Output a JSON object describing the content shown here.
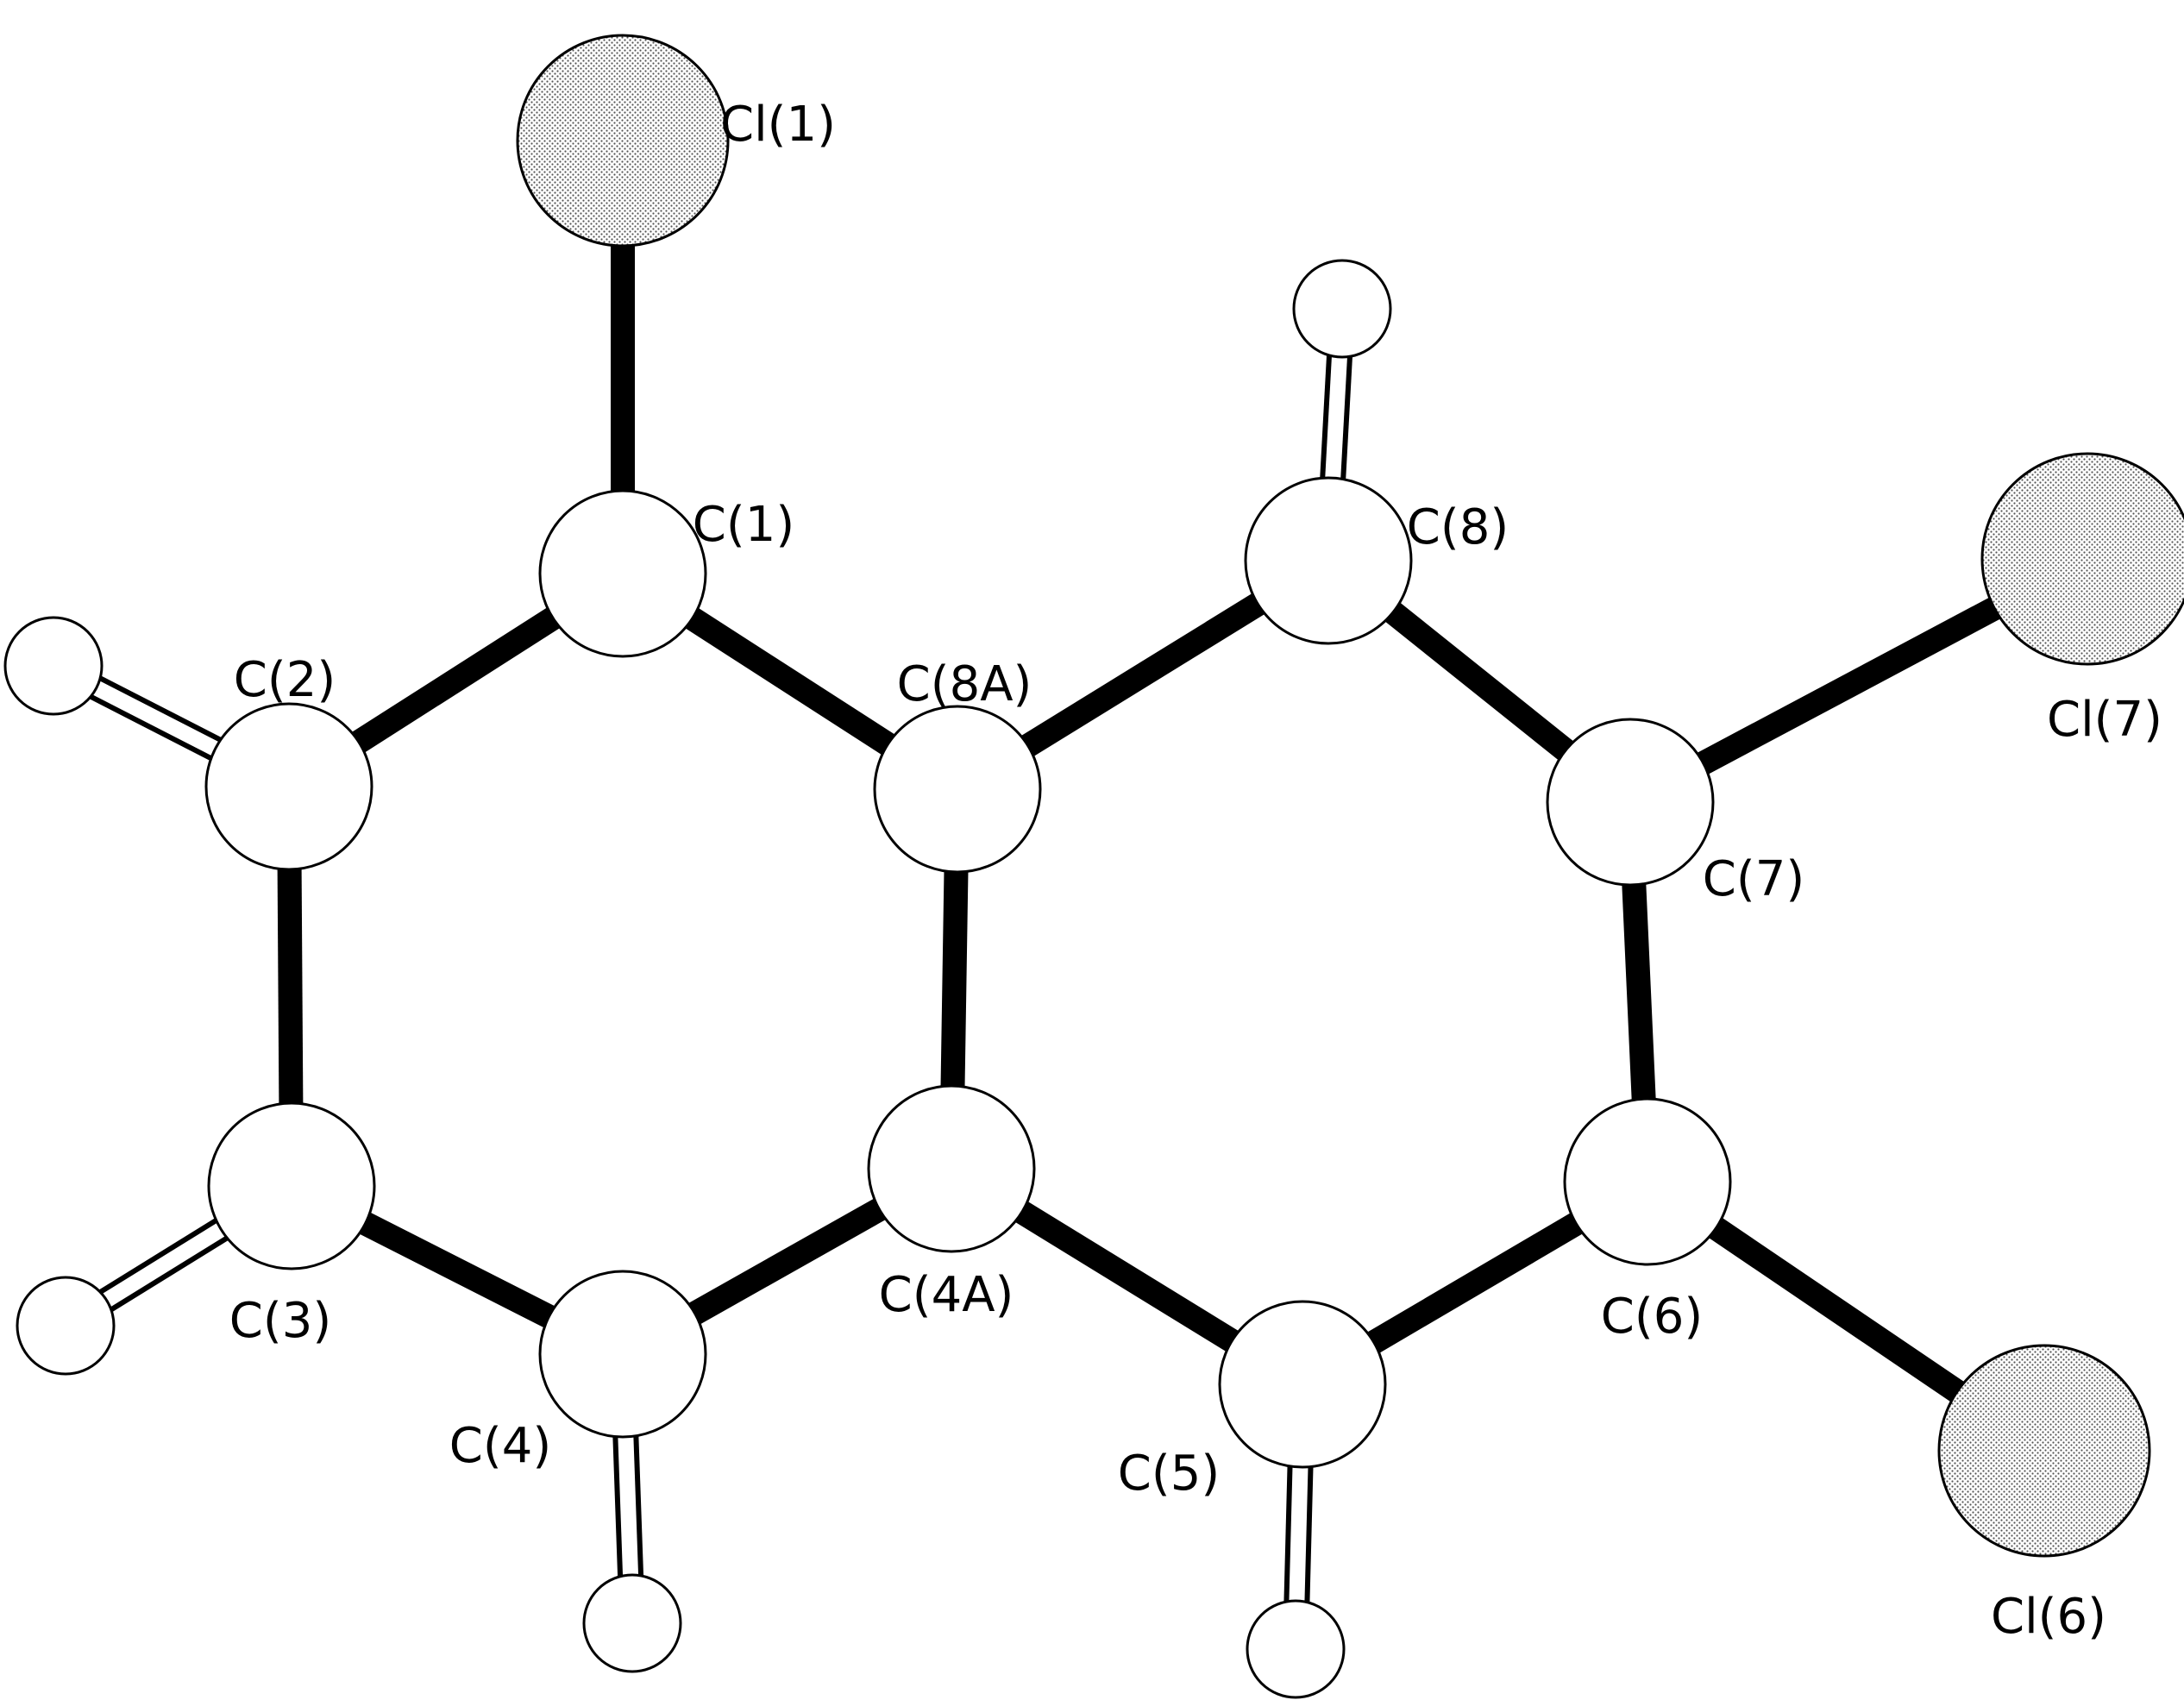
{
  "diagram": {
    "colors": {
      "background": "#ffffff",
      "outline": "#000000",
      "carbon_fill": "#ffffff",
      "hydrogen_fill": "#ffffff",
      "chlorine_fill": "#d9d9d9"
    },
    "atoms": [
      {
        "id": "Cl1",
        "element": "Cl",
        "label": "Cl(1)"
      },
      {
        "id": "Cl7",
        "element": "Cl",
        "label": "Cl(7)"
      },
      {
        "id": "Cl6",
        "element": "Cl",
        "label": "Cl(6)"
      },
      {
        "id": "C1",
        "element": "C",
        "label": "C(1)"
      },
      {
        "id": "C2",
        "element": "C",
        "label": "C(2)"
      },
      {
        "id": "C3",
        "element": "C",
        "label": "C(3)"
      },
      {
        "id": "C4",
        "element": "C",
        "label": "C(4)"
      },
      {
        "id": "C4A",
        "element": "C",
        "label": "C(4A)"
      },
      {
        "id": "C5",
        "element": "C",
        "label": "C(5)"
      },
      {
        "id": "C6",
        "element": "C",
        "label": "C(6)"
      },
      {
        "id": "C7",
        "element": "C",
        "label": "C(7)"
      },
      {
        "id": "C8",
        "element": "C",
        "label": "C(8)"
      },
      {
        "id": "C8A",
        "element": "C",
        "label": "C(8A)"
      },
      {
        "id": "H2",
        "element": "H",
        "label": ""
      },
      {
        "id": "H3",
        "element": "H",
        "label": ""
      },
      {
        "id": "H4",
        "element": "H",
        "label": ""
      },
      {
        "id": "H5",
        "element": "H",
        "label": ""
      },
      {
        "id": "H8",
        "element": "H",
        "label": ""
      }
    ],
    "bonds": [
      {
        "from": "Cl1",
        "to": "C1",
        "style": "solid"
      },
      {
        "from": "C1",
        "to": "C2",
        "style": "solid"
      },
      {
        "from": "C1",
        "to": "C8A",
        "style": "solid"
      },
      {
        "from": "C2",
        "to": "C3",
        "style": "solid"
      },
      {
        "from": "C3",
        "to": "C4",
        "style": "solid"
      },
      {
        "from": "C4",
        "to": "C4A",
        "style": "solid"
      },
      {
        "from": "C4A",
        "to": "C8A",
        "style": "solid"
      },
      {
        "from": "C8A",
        "to": "C8",
        "style": "solid"
      },
      {
        "from": "C8",
        "to": "C7",
        "style": "solid"
      },
      {
        "from": "C7",
        "to": "Cl7",
        "style": "solid"
      },
      {
        "from": "C7",
        "to": "C6",
        "style": "solid"
      },
      {
        "from": "C6",
        "to": "Cl6",
        "style": "solid"
      },
      {
        "from": "C6",
        "to": "C5",
        "style": "solid"
      },
      {
        "from": "C5",
        "to": "C4A",
        "style": "solid"
      },
      {
        "from": "C2",
        "to": "H2",
        "style": "open"
      },
      {
        "from": "C3",
        "to": "H3",
        "style": "open"
      },
      {
        "from": "C4",
        "to": "H4",
        "style": "open"
      },
      {
        "from": "C5",
        "to": "H5",
        "style": "open"
      },
      {
        "from": "C8",
        "to": "H8",
        "style": "open"
      }
    ]
  }
}
